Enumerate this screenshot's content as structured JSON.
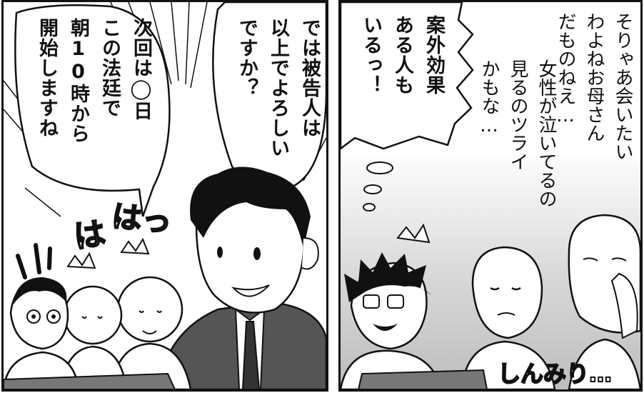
{
  "panels": {
    "left": {
      "bubbles": {
        "judge": "次回は◯日\nこの法廷で\n朝10時から\n開始しますね",
        "lawyer": "では被告人は\n以上でよろしい\nですか？"
      },
      "sfx_laugh_1": "は",
      "sfx_laugh_2": "はっ"
    },
    "right": {
      "thought": "案外効果\nある人も\nいるっ！",
      "murmur_1": "そりゃあ会いたい\nわよねお母さん\nだものねえ…",
      "murmur_2": "女性が泣いてるの\n見るのツライ\nかもな…",
      "sfx_sniff": "しんみり…"
    }
  },
  "colors": {
    "ink": "#111111",
    "paper": "#ffffff",
    "tone": "#bdbdbd"
  }
}
